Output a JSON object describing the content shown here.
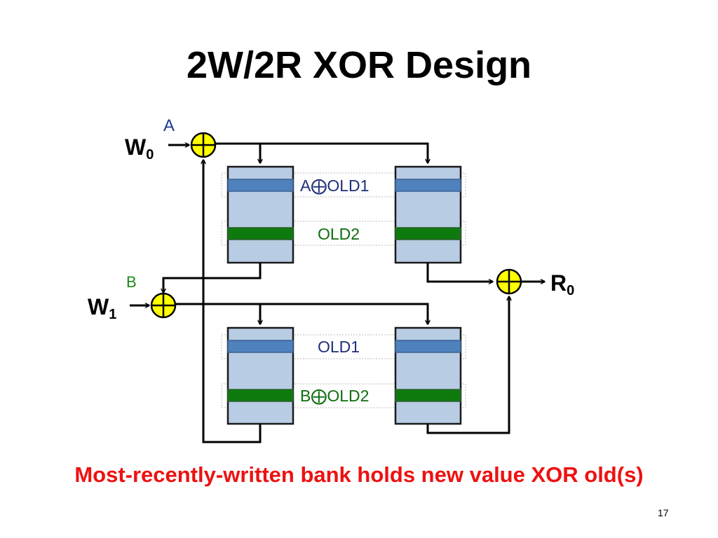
{
  "slide": {
    "title": "2W/2R XOR Design",
    "caption": "Most-recently-written bank holds new value XOR old(s)",
    "page_number": "17"
  },
  "ports": {
    "w0": {
      "base": "W",
      "sub": "0"
    },
    "w1": {
      "base": "W",
      "sub": "1"
    },
    "r0": {
      "base": "R",
      "sub": "0"
    }
  },
  "inputs": {
    "a": {
      "text": "A",
      "color": "#1f3b8c"
    },
    "b": {
      "text": "B",
      "color": "#1a8a1a"
    }
  },
  "row_labels": {
    "top_blue": "A⨁OLD1",
    "top_green": "OLD2",
    "bottom_blue": "OLD1",
    "bottom_green": "B⨁OLD2"
  },
  "colors": {
    "bank_fill": "#b8cce4",
    "blue_row": "#4f81bd",
    "green_row": "#0e7a0e",
    "xor_fill": "#ffff00",
    "label_blue": "#1f2f7a",
    "label_green": "#0e6e0e",
    "caption": "#ee1111"
  }
}
